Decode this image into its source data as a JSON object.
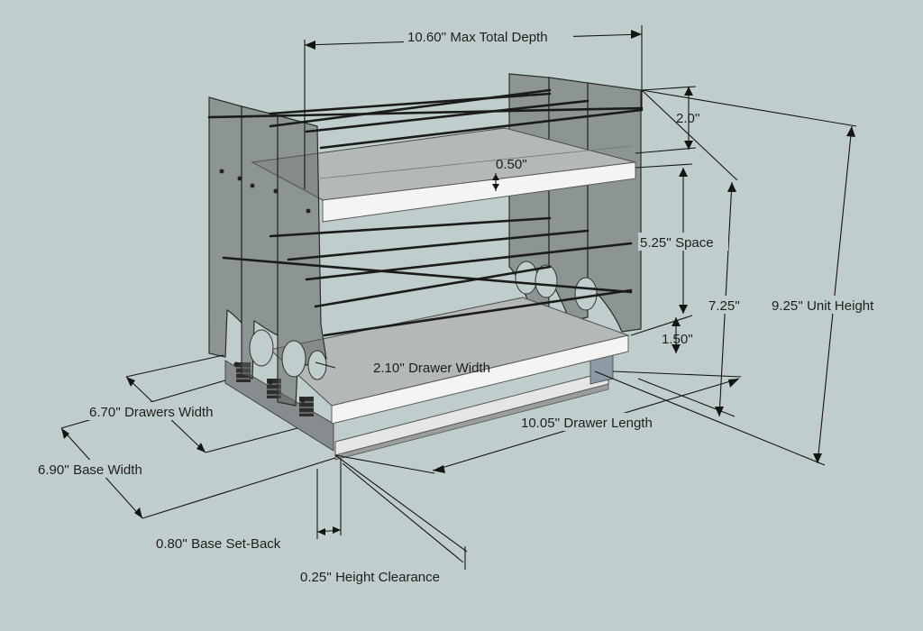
{
  "dimensions": {
    "max_total_depth": "10.60'' Max Total Depth",
    "top_gap": "2.0''",
    "shelf_thickness": "0.50''",
    "space": "5.25'' Space",
    "drawer_height": "7.25''",
    "unit_height": "9.25''  Unit Height",
    "base_height": "1.50''",
    "drawer_width": "2.10'' Drawer Width",
    "drawer_length": "10.05'' Drawer Length",
    "drawers_width": "6.70'' Drawers Width",
    "base_width": "6.90'' Base Width",
    "base_setback": "0.80'' Base Set-Back",
    "height_clearance": "0.25'' Height Clearance"
  }
}
